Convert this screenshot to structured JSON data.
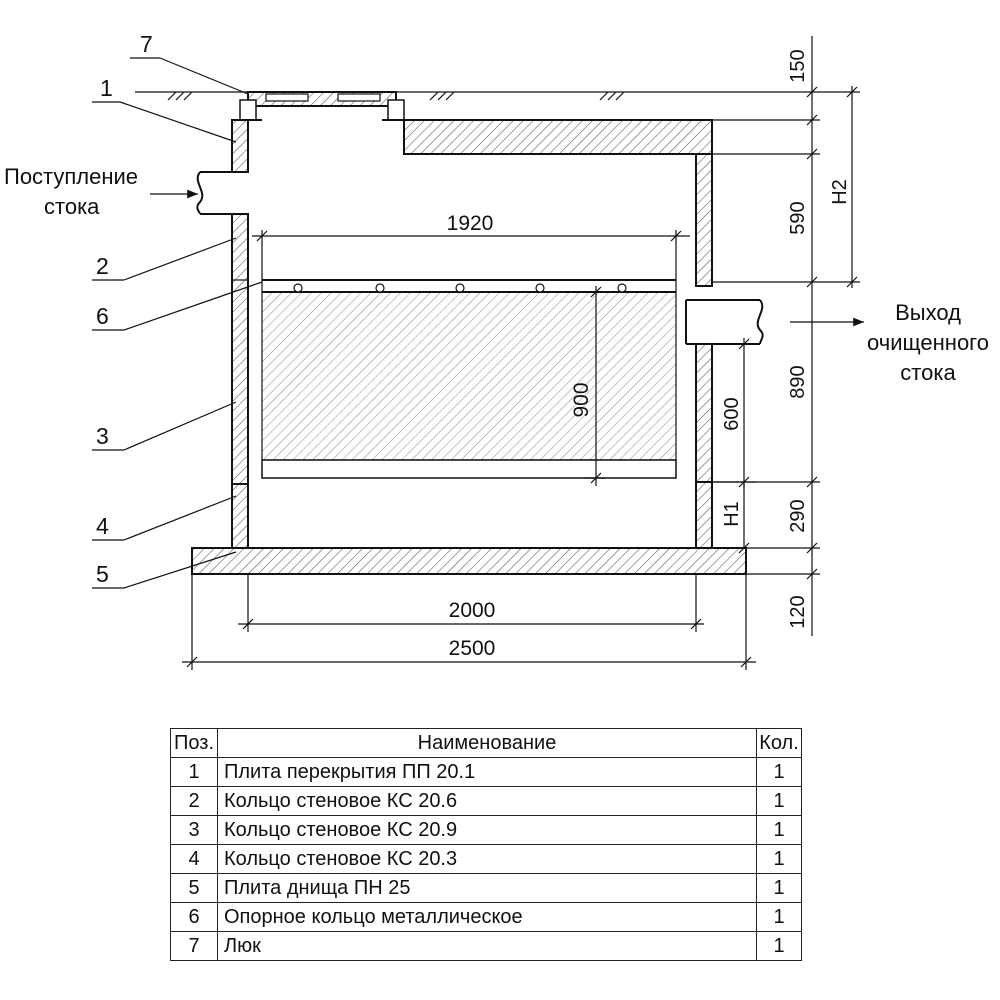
{
  "drawing": {
    "inflow_label": [
      "Поступление",
      "стока"
    ],
    "outflow_label": [
      "Выход",
      "очищенного",
      "стока"
    ],
    "position_markers": [
      "7",
      "1",
      "2",
      "6",
      "3",
      "4",
      "5"
    ],
    "dims": {
      "inner_filter_width": "1920",
      "filter_height": "900",
      "inner_diameter": "2000",
      "bottom_slab_width": "2500",
      "side_600": "600",
      "side_h1": "Н1",
      "side_h2": "Н2",
      "right_150": "150",
      "right_590": "590",
      "right_890": "890",
      "right_290": "290",
      "right_120": "120"
    }
  },
  "spec_table": {
    "headers": {
      "pos": "Поз.",
      "name": "Наименование",
      "qty": "Кол."
    },
    "rows": [
      {
        "pos": "1",
        "name": "Плита перекрытия ПП 20.1",
        "qty": "1"
      },
      {
        "pos": "2",
        "name": "Кольцо стеновое КС 20.6",
        "qty": "1"
      },
      {
        "pos": "3",
        "name": "Кольцо стеновое КС 20.9",
        "qty": "1"
      },
      {
        "pos": "4",
        "name": "Кольцо стеновое КС 20.3",
        "qty": "1"
      },
      {
        "pos": "5",
        "name": "Плита днища ПН 25",
        "qty": "1"
      },
      {
        "pos": "6",
        "name": "Опорное кольцо металлическое",
        "qty": "1"
      },
      {
        "pos": "7",
        "name": "Люк",
        "qty": "1"
      }
    ]
  }
}
